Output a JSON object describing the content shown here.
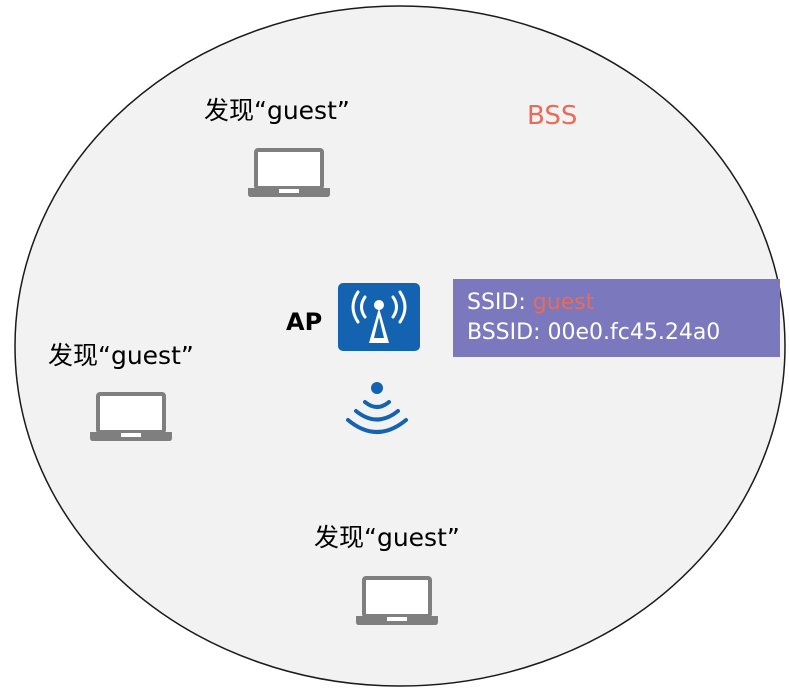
{
  "bss_label": "BSS",
  "ap_label": "AP",
  "clients": [
    {
      "label": "发现“guest”"
    },
    {
      "label": "发现“guest”"
    },
    {
      "label": "发现“guest”"
    }
  ],
  "info": {
    "ssid_key": "SSID:",
    "ssid_value": "guest",
    "bssid_key": "BSSID:",
    "bssid_value": "00e0.fc45.24a0"
  },
  "colors": {
    "bss_fill": "#f2f2f2",
    "bss_stroke": "#1a1a1a",
    "accent_red": "#ea6b5a",
    "info_box": "#7b78bd",
    "ap_blue": "#1463b0",
    "laptop_gray": "#7f7f7f"
  },
  "icons": {
    "ap": "wireless-ap-icon",
    "signal": "wifi-signal-icon",
    "client": "laptop-icon"
  }
}
